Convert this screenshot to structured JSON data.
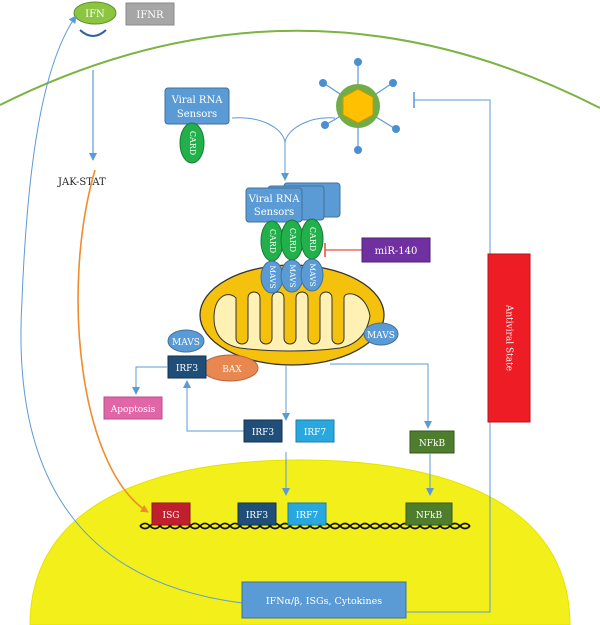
{
  "labels": {
    "ifn": "IFN",
    "ifnr": "IFNR",
    "jak_stat": "JAK-STAT",
    "viral_rna_sensors_line1": "Viral RNA",
    "viral_rna_sensors_line2": "Sensors",
    "card": "CARD",
    "mavs": "MAVS",
    "mir140": "miR-140",
    "irf3": "IRF3",
    "irf7": "IRF7",
    "bax": "BAX",
    "apoptosis": "Apoptosis",
    "nfkb": "NFkB",
    "isg": "ISG",
    "output": "IFNα/β, ISGs, Cytokines",
    "antiviral_state": "Antiviral State"
  },
  "colors": {
    "membrane": "#7cb342",
    "nucleus": "#f2ef1a",
    "sensor": "#5b9bd5",
    "card": "#22b04b",
    "mavs": "#5b9bd5",
    "mitochondria_outer": "#f4c20d",
    "mitochondria_inner": "#fff1b3",
    "irf3": "#1f4e79",
    "irf7": "#29a8e0",
    "bax": "#e8874f",
    "apoptosis": "#e066a8",
    "nfkb": "#4e7d2e",
    "isg": "#c0202e",
    "mir140": "#7030a0",
    "antiviral": "#ee1c25",
    "ifn": "#8cc641",
    "ifnr": "#a6a6a6",
    "arrow_blue": "#5b9bd5",
    "arrow_orange": "#f08c2c",
    "inhibit_red": "#e74c3c"
  }
}
